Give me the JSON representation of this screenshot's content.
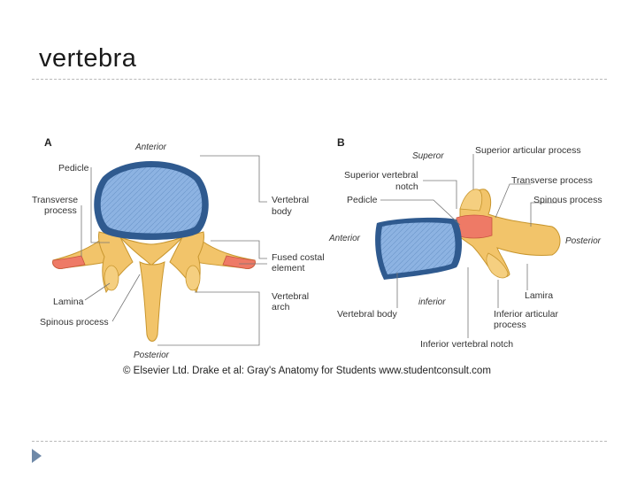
{
  "slide": {
    "title": "vertebra"
  },
  "figure": {
    "panel_a": {
      "letter": "A",
      "orientation_top": "Anterior",
      "orientation_bottom": "Posterior",
      "labels": {
        "pedicle": "Pedicle",
        "transverse_1": "Transverse",
        "transverse_2": "process",
        "lamina": "Lamina",
        "spinous": "Spinous process",
        "body_1": "Vertebral",
        "body_2": "body",
        "costal_1": "Fused costal",
        "costal_2": "element",
        "arch_1": "Vertebral",
        "arch_2": "arch"
      }
    },
    "panel_b": {
      "letter": "B",
      "orientation_superior": "Superor",
      "orientation_anterior": "Anterior",
      "orientation_posterior": "Posterior",
      "orientation_inferior": "inferior",
      "labels": {
        "sup_articular": "Superior articular process",
        "sup_notch_1": "Superior vertebral",
        "sup_notch_2": "notch",
        "pedicle": "Pedicle",
        "transverse": "Transverse process",
        "spinous": "Spinous process",
        "lamina": "Lamira",
        "body": "Vertebral body",
        "inf_articular_1": "Inferior articular",
        "inf_articular_2": "process",
        "inf_notch": "Inferior vertebral notch"
      }
    },
    "credit": "© Elsevier Ltd. Drake et al: Gray's Anatomy for Students www.studentconsult.com"
  },
  "colors": {
    "bone": "#f2c46a",
    "bone_edge": "#c8962e",
    "disc": "#7ea6d8",
    "disc_edge": "#2f5a8f",
    "costal": "#ee7a66",
    "nav_arrow": "#6f89a8"
  }
}
